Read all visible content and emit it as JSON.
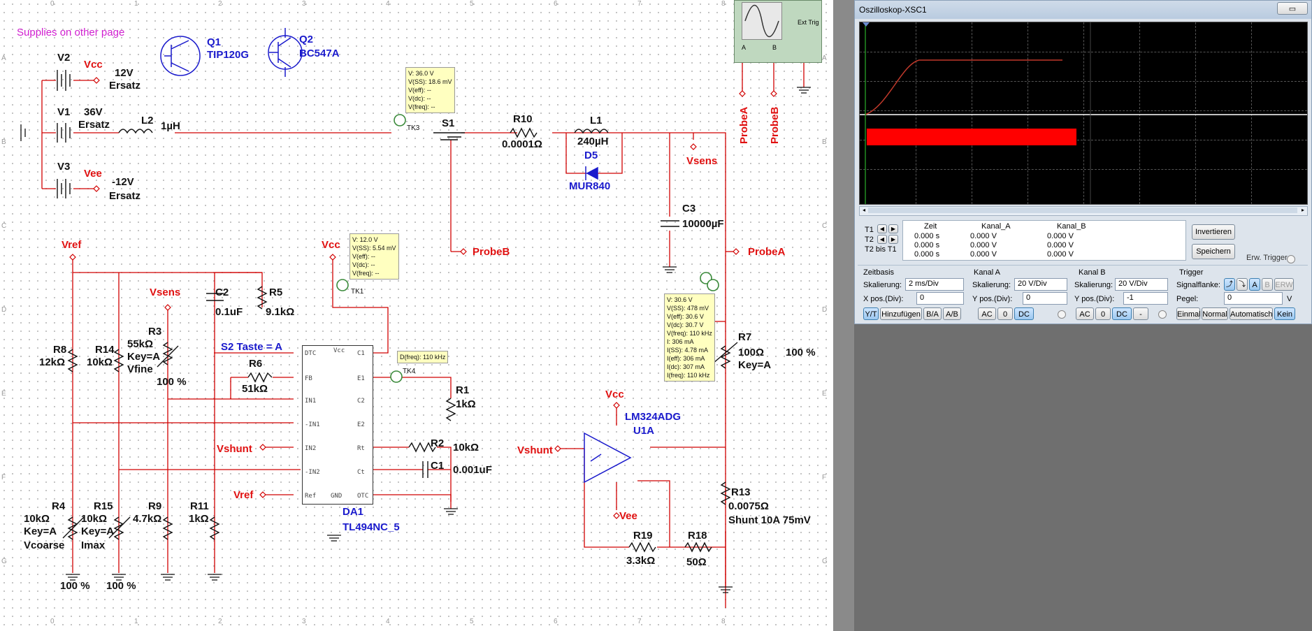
{
  "schematic": {
    "note": "Supplies on other page",
    "components": {
      "q1": {
        "ref": "Q1",
        "value": "TIP120G"
      },
      "q2": {
        "ref": "Q2",
        "value": "BC547A"
      },
      "v2": {
        "ref": "V2",
        "value": "12V",
        "sub": "Ersatz"
      },
      "v1": {
        "ref": "V1",
        "value": "36V",
        "sub": "Ersatz"
      },
      "v3": {
        "ref": "V3",
        "value": "-12V",
        "sub": "Ersatz"
      },
      "l2": {
        "ref": "L2",
        "value": "1µH"
      },
      "s1": {
        "ref": "S1"
      },
      "r10": {
        "ref": "R10",
        "value": "0.0001Ω"
      },
      "l1": {
        "ref": "L1",
        "value": "240µH"
      },
      "d5": {
        "ref": "D5",
        "value": "MUR840"
      },
      "c3": {
        "ref": "C3",
        "value": "10000µF"
      },
      "c2": {
        "ref": "C2",
        "value": "0.1uF"
      },
      "r5": {
        "ref": "R5",
        "value": "9.1kΩ"
      },
      "r3": {
        "ref": "R3",
        "value": "55kΩ",
        "key": "Key=A",
        "name": "Vfine",
        "pct": "100 %"
      },
      "r8": {
        "ref": "R8",
        "value": "12kΩ"
      },
      "r14": {
        "ref": "R14",
        "value": "10kΩ"
      },
      "r6": {
        "ref": "R6",
        "value": "51kΩ"
      },
      "s2": {
        "label": "S2  Taste = A"
      },
      "r1": {
        "ref": "R1",
        "value": "1kΩ"
      },
      "r2": {
        "ref": "R2",
        "value": "10kΩ"
      },
      "c1": {
        "ref": "C1",
        "value": "0.001uF"
      },
      "da1": {
        "ref": "DA1",
        "value": "TL494NC_5"
      },
      "r7": {
        "ref": "R7",
        "value": "100Ω",
        "key": "Key=A",
        "pct": "100 %"
      },
      "u1a": {
        "ref": "U1A",
        "value": "LM324ADG"
      },
      "r13": {
        "ref": "R13",
        "value": "0.0075Ω",
        "sub": "Shunt 10A 75mV"
      },
      "r19": {
        "ref": "R19",
        "value": "3.3kΩ"
      },
      "r18": {
        "ref": "R18",
        "value": "50Ω"
      },
      "r4": {
        "ref": "R4",
        "value": "10kΩ",
        "key": "Key=A",
        "name": "Vcoarse",
        "pct": "100 %"
      },
      "r15": {
        "ref": "R15",
        "value": "10kΩ",
        "key": "Key=A",
        "name": "Imax",
        "pct": "100 %"
      },
      "r9": {
        "ref": "R9",
        "value": "4.7kΩ"
      },
      "r11": {
        "ref": "R11",
        "value": "1kΩ"
      }
    },
    "nets": {
      "vcc": "Vcc",
      "vee": "Vee",
      "vref": "Vref",
      "vsens": "Vsens",
      "vshunt": "Vshunt",
      "probea": "ProbeA",
      "probeb": "ProbeB"
    },
    "probes": {
      "tk3": {
        "name": "TK3",
        "lines": [
          "V: 36.0 V",
          "V(SS): 18.6 mV",
          "V(eff): --",
          "V(dc): --",
          "V(freq): --"
        ]
      },
      "tk1": {
        "name": "TK1",
        "lines": [
          "V: 12.0 V",
          "V(SS): 5.54 mV",
          "V(eff): --",
          "V(dc): --",
          "V(freq): --"
        ]
      },
      "tk4": {
        "name": "TK4",
        "lines": [
          "D(freq): 110 kHz"
        ]
      },
      "tk2": {
        "lines": [
          "V: 30.6 V",
          "V(SS): 478 mV",
          "V(eff): 30.6 V",
          "V(dc): 30.7 V",
          "V(freq): 110 kHz",
          "I: 306 mA",
          "I(SS): 4.78 mA",
          "I(eff): 306 mA",
          "I(dc): 307 mA",
          "I(freq): 110 kHz"
        ]
      }
    },
    "ic_pins": [
      "DTC",
      "FB",
      "IN1",
      "-IN1",
      "IN2",
      "-IN2",
      "Ref",
      "Vcc",
      "C1",
      "E1",
      "C2",
      "E2",
      "Rt",
      "Ct",
      "OTC",
      "GND"
    ],
    "ruler_cols": [
      "0",
      "1",
      "2",
      "3",
      "4",
      "5",
      "6",
      "7",
      "8"
    ],
    "ruler_rows": [
      "A",
      "B",
      "C",
      "D",
      "E",
      "F",
      "G"
    ],
    "scope_symbol": {
      "a": "A",
      "b": "B",
      "ext": "Ext Trig"
    }
  },
  "scope": {
    "title": "Oszilloskop-XSC1",
    "readout_headers": [
      "Zeit",
      "Kanal_A",
      "Kanal_B"
    ],
    "readout_rows": [
      {
        "label": "T1",
        "zeit": "0.000 s",
        "a": "0.000 V",
        "b": "0.000 V"
      },
      {
        "label": "T2",
        "zeit": "0.000 s",
        "a": "0.000 V",
        "b": "0.000 V"
      },
      {
        "label": "T2 bis T1",
        "zeit": "0.000 s",
        "a": "0.000 V",
        "b": "0.000 V"
      }
    ],
    "invert_btn": "Invertieren",
    "save_btn": "Speichern",
    "ext_trigger": "Erw. Trigger",
    "zeitbasis": {
      "title": "Zeitbasis",
      "scale_label": "Skalierung:",
      "scale": "2 ms/Div",
      "xpos_label": "X pos.(Div):",
      "xpos": "0",
      "btns": [
        "Y/T",
        "Hinzufügen",
        "B/A",
        "A/B"
      ]
    },
    "kanal_a": {
      "title": "Kanal A",
      "scale_label": "Skalierung:",
      "scale": "20  V/Div",
      "ypos_label": "Y pos.(Div):",
      "ypos": "0",
      "btns": [
        "AC",
        "0",
        "DC"
      ]
    },
    "kanal_b": {
      "title": "Kanal B",
      "scale_label": "Skalierung:",
      "scale": "20  V/Div",
      "ypos_label": "Y pos.(Div):",
      "ypos": "-1",
      "btns": [
        "AC",
        "0",
        "DC",
        "-"
      ]
    },
    "trigger": {
      "title": "Trigger",
      "edge_label": "Signalflanke:",
      "level_label": "Pegel:",
      "level": "0",
      "level_unit": "V",
      "btns": [
        "Einmal",
        "Normal",
        "Automatisch",
        "Kein"
      ],
      "source_btns": [
        "A",
        "B",
        "ERW"
      ]
    },
    "colors": {
      "channel_a": "#c0392b",
      "channel_b": "#ffffff",
      "red_bar": "#ff0000"
    }
  }
}
